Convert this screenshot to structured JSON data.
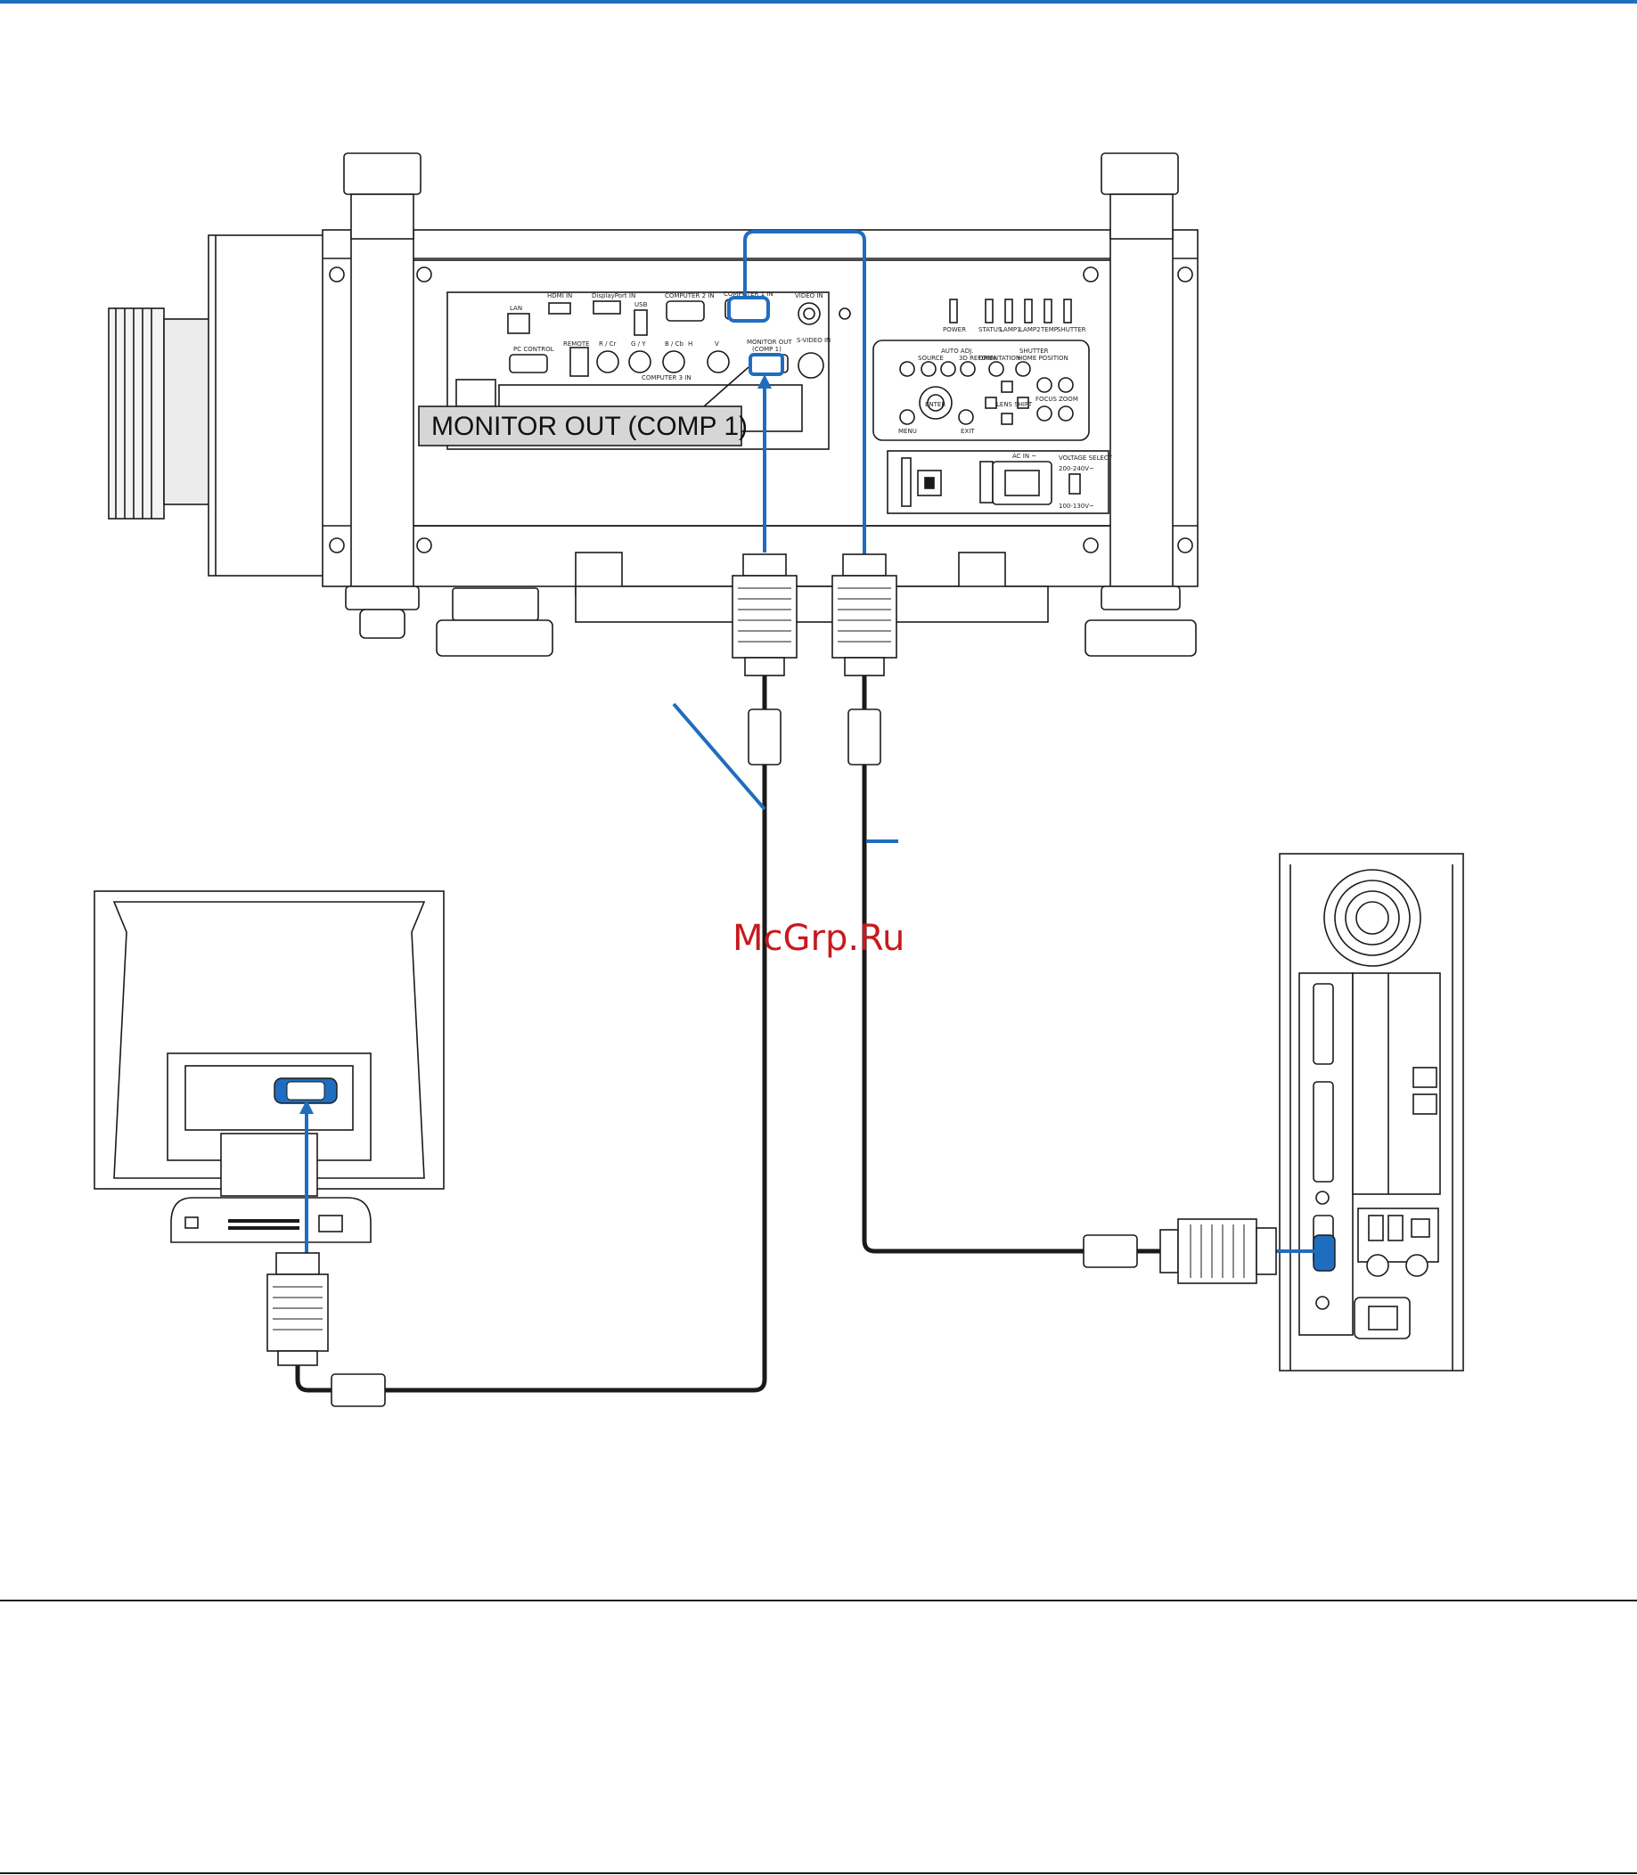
{
  "watermark": "McGrp.Ru",
  "projector": {
    "callout_label": "MONITOR OUT (COMP 1)",
    "ports": {
      "lan": "LAN",
      "hdmi_in": "HDMI IN",
      "displayport_in": "DisplayPort IN",
      "usb": "USB",
      "computer2_in": "COMPUTER 2 IN",
      "computer1_in": "COMPUTER 1 IN",
      "video_in": "VIDEO IN",
      "pc_control": "PC CONTROL",
      "remote": "REMOTE",
      "r_cr": "R / Cr",
      "g_y": "G / Y",
      "b_cb": "B / Cb",
      "h": "H",
      "v": "V",
      "computer3_in": "COMPUTER 3 IN",
      "monitor_out": "MONITOR OUT",
      "monitor_out_sub": "(COMP 1)",
      "s_video_in": "S-VIDEO IN"
    },
    "indicators": [
      "POWER",
      "STATUS",
      "LAMP1",
      "LAMP2",
      "TEMP.",
      "SHUTTER"
    ],
    "controls": {
      "source": "SOURCE",
      "auto_adj": "AUTO ADJ.",
      "three_d_reform": "3D REFORM",
      "orientation": "ORIENTATION",
      "shutter_home": "SHUTTER",
      "home_position": "HOME POSITION",
      "focus": "FOCUS",
      "zoom": "ZOOM",
      "lens_shift": "LENS SHIFT",
      "menu": "MENU",
      "exit": "EXIT",
      "enter": "ENTER"
    },
    "power_panel": {
      "ac_in": "AC IN ~",
      "voltage_select": "VOLTAGE SELECT",
      "v_high": "200-240V~",
      "v_low": "100-130V~"
    }
  },
  "colors": {
    "accent_blue": "#1f6dbe",
    "line": "#1a1a1a",
    "watermark": "#c8191e"
  }
}
